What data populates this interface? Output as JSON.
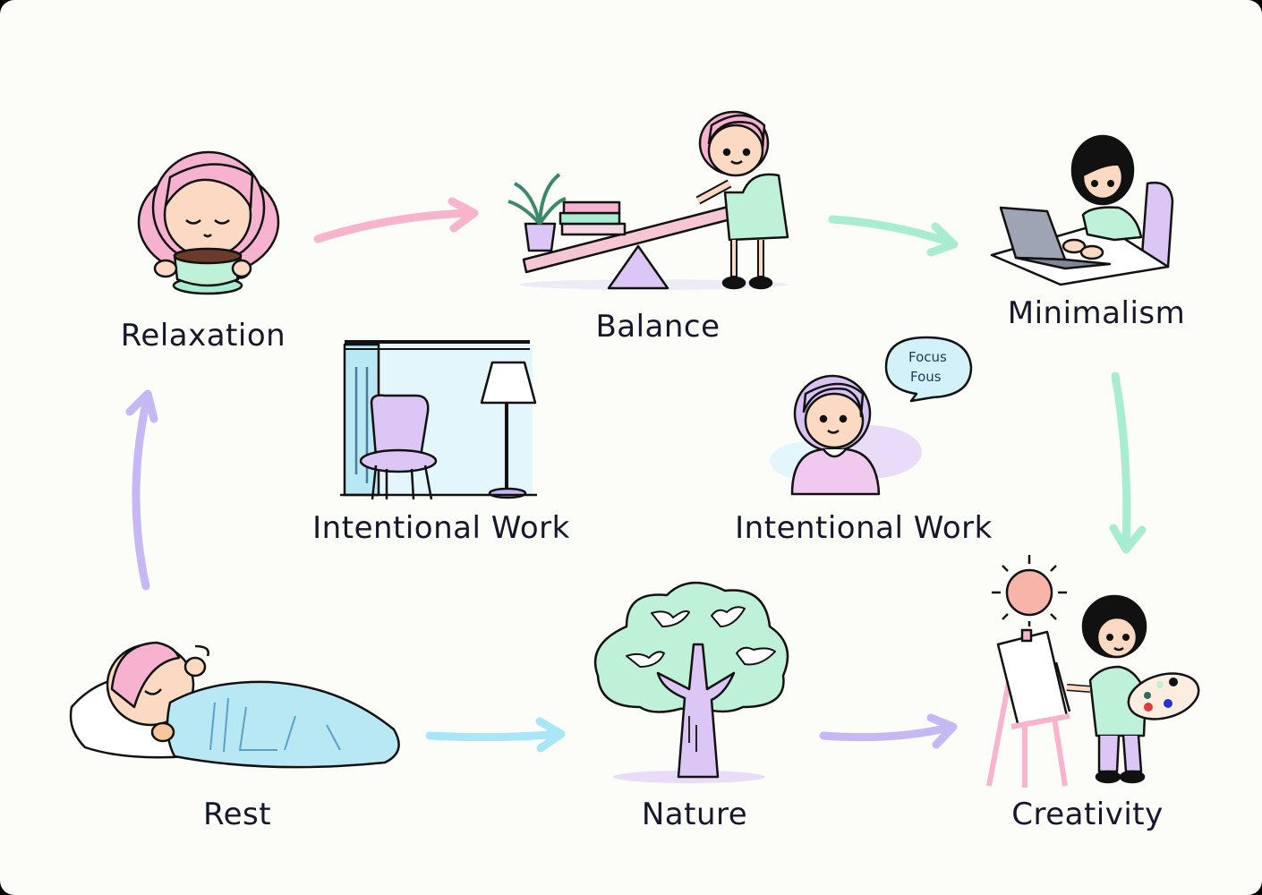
{
  "diagram": {
    "type": "cycle-flow",
    "background": "#fcfdf8",
    "nodes": [
      {
        "id": "relaxation",
        "label": "Relaxation",
        "illustration": "girl-with-tea-cup-icon"
      },
      {
        "id": "balance",
        "label": "Balance",
        "illustration": "girl-with-seesaw-icon"
      },
      {
        "id": "minimalism",
        "label": "Minimalism",
        "illustration": "girl-at-laptop-icon"
      },
      {
        "id": "intentional_work_1",
        "label": "Intentional Work",
        "illustration": "room-with-chair-and-lamp-icon"
      },
      {
        "id": "intentional_work_2",
        "label": "Intentional Work",
        "illustration": "girl-with-speech-bubble-icon"
      },
      {
        "id": "rest",
        "label": "Rest",
        "illustration": "sleeping-child-icon"
      },
      {
        "id": "nature",
        "label": "Nature",
        "illustration": "tree-with-birds-icon"
      },
      {
        "id": "creativity",
        "label": "Creativity",
        "illustration": "girl-painting-easel-icon"
      }
    ],
    "speech_bubble": {
      "line1": "Focus",
      "line2": "Fous"
    },
    "edges": [
      {
        "from": "relaxation",
        "to": "balance",
        "color": "#f8b4cc"
      },
      {
        "from": "balance",
        "to": "minimalism",
        "color": "#a8ecd2"
      },
      {
        "from": "minimalism",
        "to": "creativity",
        "color": "#a8ecd2"
      },
      {
        "from": "rest",
        "to": "nature",
        "color": "#a9e6f7"
      },
      {
        "from": "nature",
        "to": "creativity",
        "color": "#c5b8f5"
      },
      {
        "from": "rest",
        "to": "relaxation",
        "color": "#c5b8f5"
      }
    ]
  }
}
